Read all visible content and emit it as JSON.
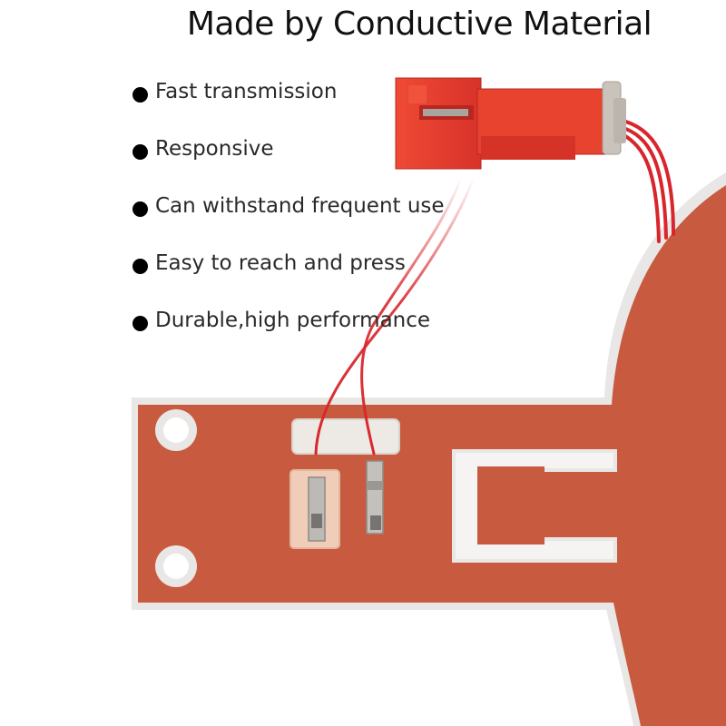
{
  "heading": "Made by Conductive Material",
  "features": [
    "Fast transmission",
    "Responsive",
    "Can withstand frequent use",
    "Easy to reach and press",
    "Durable,high performance"
  ],
  "colors": {
    "membrane": "#c85a40",
    "membrane_edge": "#e8e6e4",
    "connector": "#e63a2c",
    "wire": "#d8262c",
    "cable_clip": "#c9c3bc"
  },
  "icons": [
    "bullet-dot-icon"
  ]
}
